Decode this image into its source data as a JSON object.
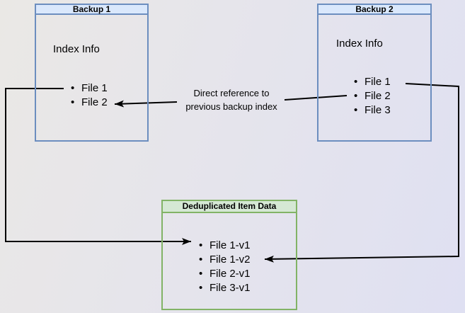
{
  "diagram": {
    "nodes": {
      "backup1": {
        "title": "Backup 1",
        "subtitle": "Index Info",
        "items": [
          "File 1",
          "File 2"
        ]
      },
      "backup2": {
        "title": "Backup 2",
        "subtitle": "Index Info",
        "items": [
          "File 1",
          "File 2",
          "File 3"
        ]
      },
      "dedup": {
        "title": "Deduplicated Item Data",
        "items": [
          "File 1-v1",
          "File 1-v2",
          "File 2-v1",
          "File 3-v1"
        ]
      }
    },
    "edges": {
      "direct_reference_label": "Direct reference to\nprevious backup index"
    },
    "colors": {
      "blue_fill": "#dae8fc",
      "blue_border": "#6c8ebf",
      "green_fill": "#d5e8d4",
      "green_border": "#82b366",
      "edge_stroke": "#000000"
    }
  }
}
